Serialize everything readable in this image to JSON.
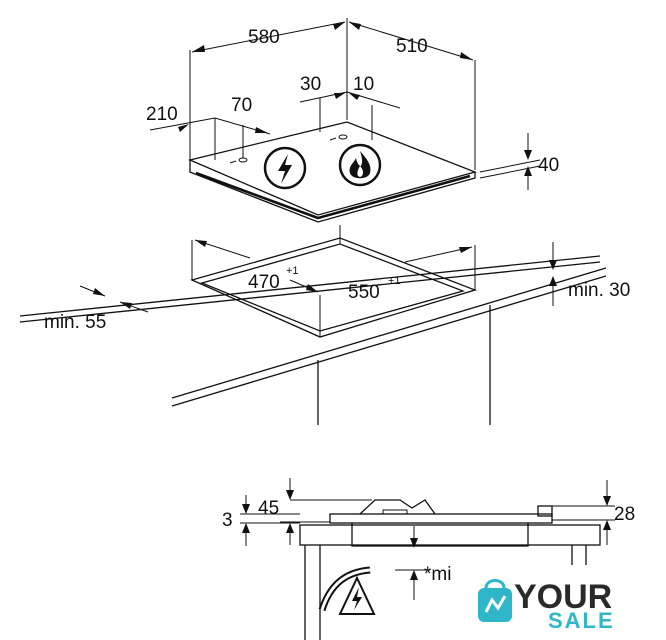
{
  "dimensions": {
    "width_580": "580",
    "depth_510": "510",
    "offset_210": "210",
    "offset_70": "70",
    "offset_30": "30",
    "offset_10": "10",
    "height_40": "40",
    "cutout_470": "470",
    "cutout_470_tol": "+1",
    "cutout_550": "550",
    "cutout_550_tol": "+1",
    "min_30": "min. 30",
    "min_55": "min. 55",
    "side_45": "45",
    "side_3": "3",
    "side_28": "28",
    "min_partial": "*mi"
  },
  "icons": {
    "electric": "lightning-icon",
    "gas": "flame-icon",
    "warning": "electric-warning-icon"
  },
  "watermark": {
    "word1": "YOUR",
    "word2": "SALE",
    "accent_color": "#2fb6c9"
  }
}
